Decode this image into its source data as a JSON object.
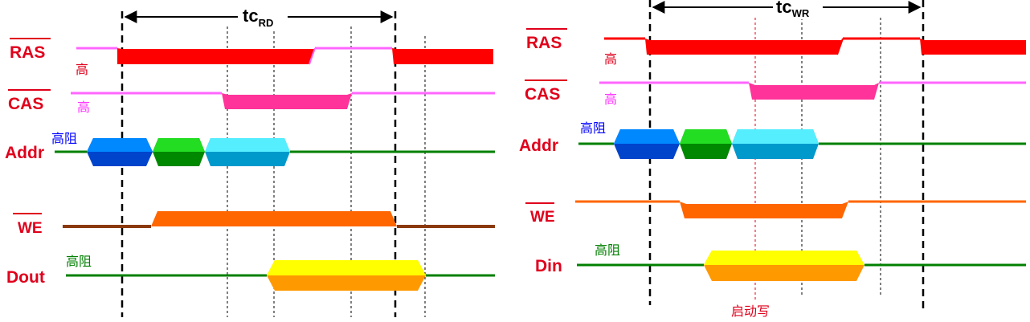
{
  "colors": {
    "signal_label": "#e0001b",
    "ras": "#ff0000",
    "cas_light": "#ff66ff",
    "cas_strong": "#ff3399",
    "addr_line": "#008000",
    "addr_bus1": "#0066ff",
    "addr_bus2": "#00cc00",
    "addr_bus3": "#33ccff",
    "we_read": "#8b3a0f",
    "we_active": "#ff6600",
    "data_line": "#008000",
    "data_top": "#ffff00",
    "data_bottom": "#ff9900",
    "note_red": "#e0001b",
    "note_pink": "#ff33ff",
    "note_blue": "#0000ff",
    "note_green": "#008000"
  },
  "read_cycle": {
    "timing": {
      "main": "tc",
      "sub": "RD"
    },
    "labels": {
      "ras": "RAS",
      "cas": "CAS",
      "addr": "Addr",
      "we": "WE",
      "data": "Dout"
    },
    "notes": {
      "ras_high": "高",
      "cas_high": "高",
      "addr_hiz": "高阻",
      "data_hiz": "高阻"
    }
  },
  "write_cycle": {
    "timing": {
      "main": "tc",
      "sub": "WR"
    },
    "labels": {
      "ras": "RAS",
      "cas": "CAS",
      "addr": "Addr",
      "we": "WE",
      "data": "Din"
    },
    "notes": {
      "ras_high": "高",
      "cas_high": "高",
      "addr_hiz": "高阻",
      "data_hiz": "高阻",
      "start_write": "启动写"
    }
  }
}
